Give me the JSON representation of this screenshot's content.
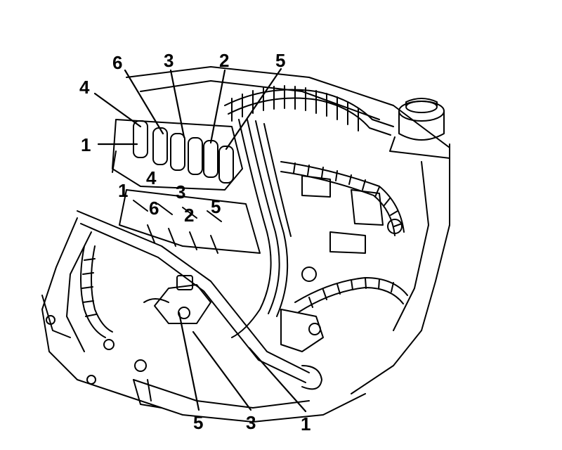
{
  "callouts": {
    "top": [
      "6",
      "3",
      "2",
      "5"
    ],
    "left_4": "4",
    "left_1": "1",
    "mid": [
      "4",
      "1",
      "3",
      "6",
      "2",
      "5"
    ],
    "bottom": [
      "5",
      "3",
      "1"
    ]
  }
}
